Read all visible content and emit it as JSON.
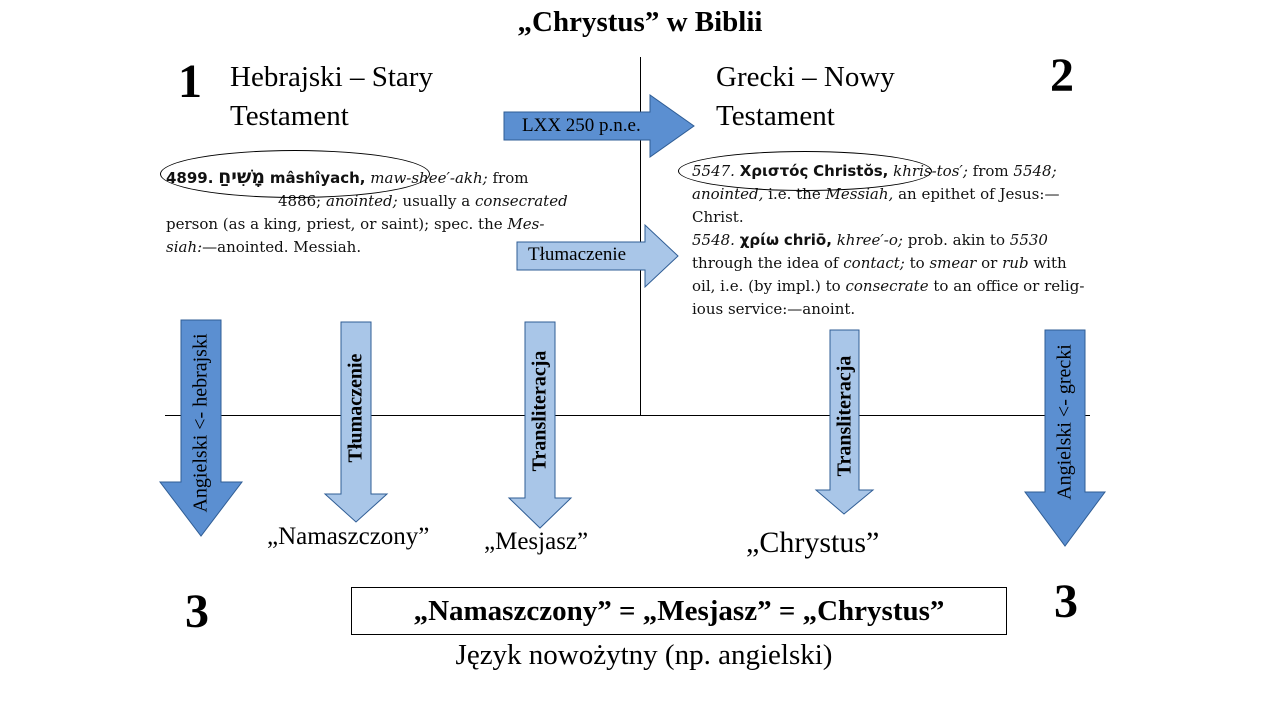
{
  "title": "„Chrystus” w Biblii",
  "left": {
    "number": "1",
    "language_line1": "Hebrajski – Stary",
    "language_line2": "Testament",
    "entry": {
      "number": "4899.",
      "hebrew": "מָשִׁיחַ",
      "word": "mâshîyach,",
      "pron": "maw-shee′-akh;",
      "from": "from",
      "ref_num": "4886;",
      "ref_text": "anointed;",
      "ref_rest": "usually a",
      "ref_em": "consecrated",
      "line3": "person (as a king, priest, or saint); spec. the",
      "line3_em": "Mes-",
      "line4_em": "siah:",
      "line4_rest": "—anointed. Messiah."
    }
  },
  "right": {
    "number": "2",
    "language_line1": "Grecki – Nowy",
    "language_line2": "Testament",
    "entry1": {
      "number": "5547.",
      "greek": "Χριστός",
      "word": "Christŏs,",
      "pron": "khris-tos′;",
      "from": "from",
      "from_num": "5548;",
      "line2_em": "anointed,",
      "line2_a": "i.e. the",
      "line2_em2": "Messiah,",
      "line2_b": "an epithet of Jesus:—",
      "line3": "Christ."
    },
    "entry2": {
      "number": "5548.",
      "greek": "χρίω",
      "word": "chriō,",
      "pron": "khree′-o;",
      "a": "prob. akin to",
      "num": "5530",
      "line2_a": "through the idea of",
      "line2_em": "contact;",
      "line2_b": "to",
      "line2_em2": "smear",
      "line2_c": "or",
      "line2_em3": "rub",
      "line2_d": "with",
      "line3_a": "oil, i.e. (by impl.) to",
      "line3_em": "consecrate",
      "line3_b": "to an office or relig-",
      "line4": "ious service:—anoint."
    }
  },
  "arrows": {
    "lxx": "LXX 250 p.n.e.",
    "translation_h": "Tłumaczenie",
    "angielski_hebrajski": "Angielski <- hebrajski",
    "tlumaczenie_v": "Tłumaczenie",
    "transliteracja_left": "Transliteracja",
    "transliteracja_right": "Transliteracja",
    "angielski_grecki": "Angielski <- grecki"
  },
  "results": {
    "namaszczony": "„Namaszczony”",
    "mesjasz": "„Mesjasz”",
    "chrystus": "„Chrystus”"
  },
  "bottom": {
    "number_left": "3",
    "number_right": "3",
    "equation": "„Namaszczony” = „Mesjasz” = „Chrystus”",
    "footer": "Język nowożytny (np. angielski)"
  },
  "colors": {
    "dark_blue": "#5b8fd1",
    "light_blue": "#a9c6e8",
    "stroke": "#2f5d95"
  }
}
